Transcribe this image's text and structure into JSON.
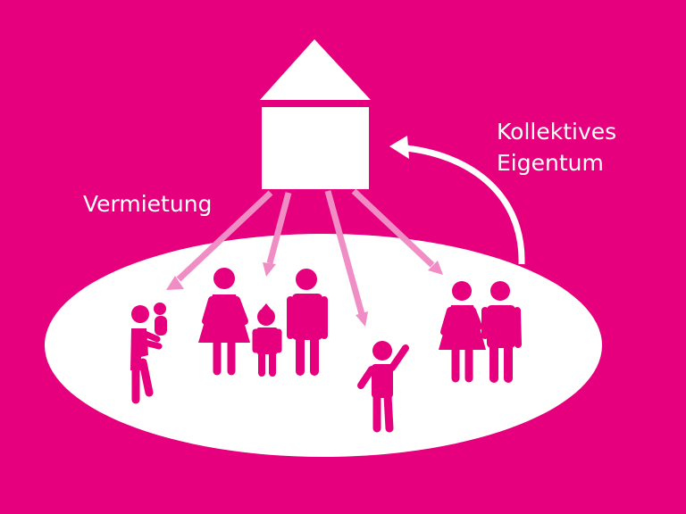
{
  "colors": {
    "background": "#e6007e",
    "foreground": "#ffffff",
    "arrow": "#f18dc5"
  },
  "labels": {
    "rental": "Vermietung",
    "collective_line1": "Kollektives",
    "collective_line2": "Eigentum"
  },
  "icons": {
    "house": "house-icon",
    "people": [
      "parent-with-baby-icon",
      "woman-icon",
      "child-icon",
      "man-icon",
      "waving-child-icon",
      "woman-icon",
      "man-icon"
    ]
  }
}
